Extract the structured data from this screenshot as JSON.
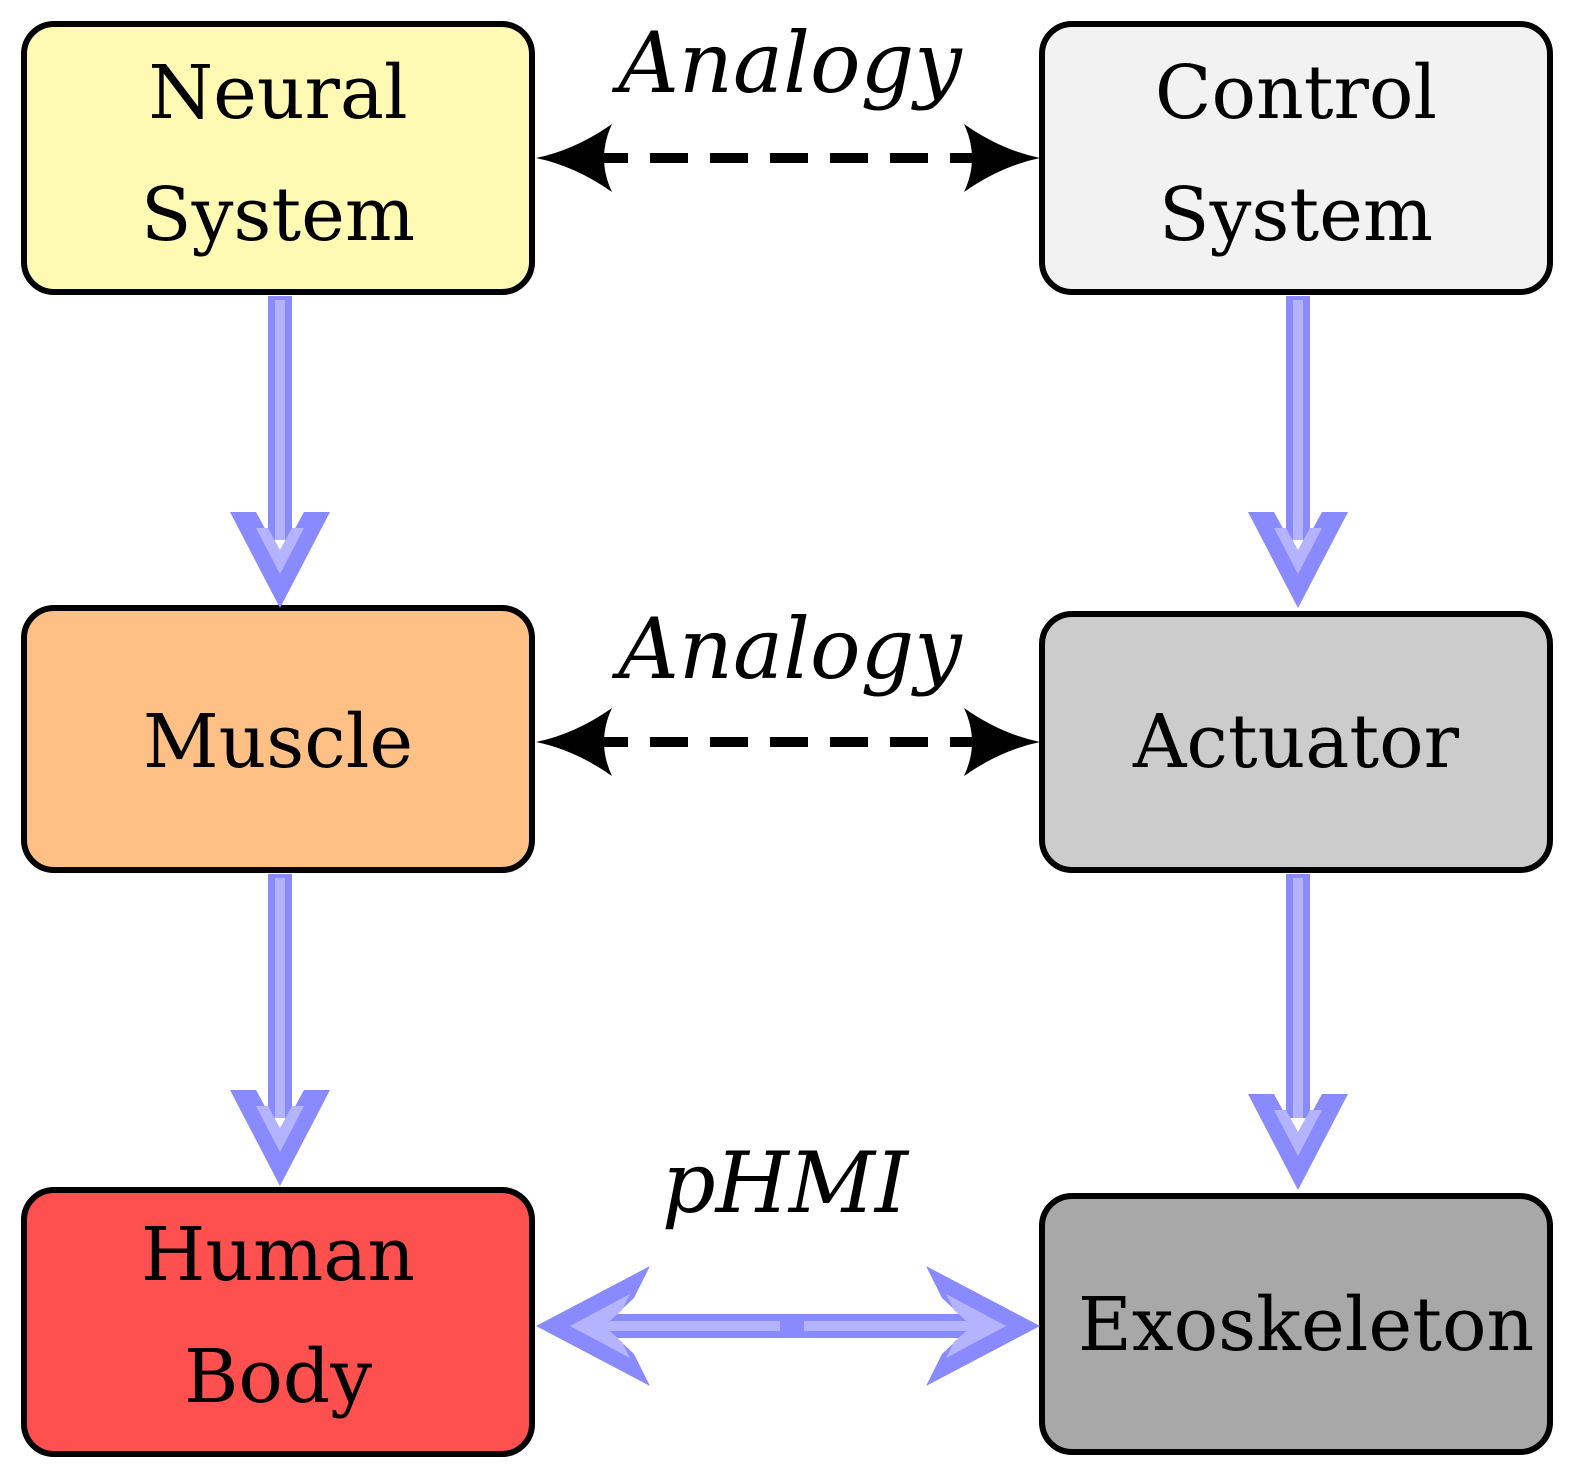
{
  "boxes": {
    "neural_system": {
      "lines": [
        "Neural",
        "System"
      ],
      "fill": "#fffab3"
    },
    "control_system": {
      "lines": [
        "Control",
        "System"
      ],
      "fill": "#f2f2f2"
    },
    "muscle": {
      "lines": [
        "Muscle"
      ],
      "fill": "#ffc085"
    },
    "actuator": {
      "lines": [
        "Actuator"
      ],
      "fill": "#cccccc"
    },
    "human_body": {
      "lines": [
        "Human",
        "Body"
      ],
      "fill": "#ff5050"
    },
    "exoskeleton": {
      "lines": [
        "Exoskeleton"
      ],
      "fill": "#a8a8a8"
    }
  },
  "relations": {
    "top": "Analogy",
    "middle": "Analogy",
    "bottom": "pHMI"
  },
  "colors": {
    "flow_arrow": "#8a8aff",
    "flow_arrow_inner": "#b3b3ff",
    "analogy_arrow": "#000000"
  }
}
